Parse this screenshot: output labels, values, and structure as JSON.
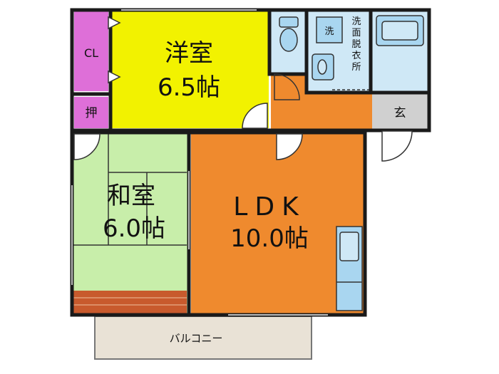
{
  "rooms": {
    "western": {
      "name": "洋室",
      "size": "6.5帖",
      "color": "#f2f200"
    },
    "japanese": {
      "name": "和室",
      "size": "6.0帖",
      "color": "#c8eeaa"
    },
    "ldk": {
      "name": "LDK",
      "size": "10.0帖",
      "color": "#ef8a2e"
    },
    "closet": {
      "label": "CL",
      "color": "#de6fd8"
    },
    "oshiire": {
      "label": "押",
      "color": "#de6fd8"
    },
    "washroom": {
      "label": "洗面脱衣所",
      "washer_label": "洗",
      "color": "#cfe8f6"
    },
    "toilet": {
      "color": "#cfe8f6"
    },
    "bath": {
      "color": "#cfe8f6"
    },
    "entrance": {
      "label": "玄",
      "color": "#d0d0d0"
    },
    "balcony": {
      "label": "バルコニー",
      "color": "#e9e2d6"
    }
  },
  "colors": {
    "wall": "#1a1a1a",
    "tatami_edge": "#c85a2d",
    "fixture": "#a9d6f0"
  }
}
